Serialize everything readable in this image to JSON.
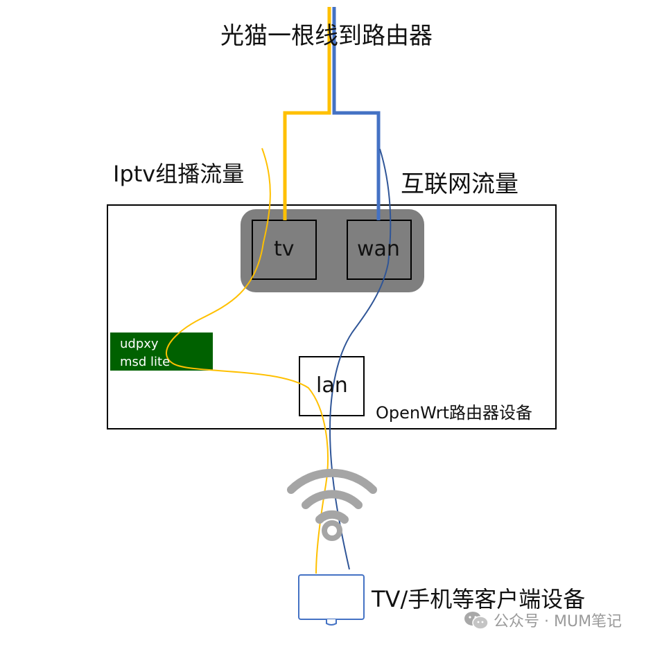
{
  "title": "光猫一根线到路由器",
  "labels": {
    "iptv_traffic": "Iptv组播流量",
    "internet_traffic": "互联网流量",
    "router_device": "OpenWrt路由器设备",
    "client_device": "TV/手机等客户端设备"
  },
  "ports": {
    "tv": "tv",
    "wan": "wan",
    "lan": "lan"
  },
  "service": {
    "line1": "udpxy",
    "line2": "msd lite"
  },
  "watermark": {
    "text": "公众号 · MUM笔记",
    "icon": "wechat-icon"
  },
  "colors": {
    "iptv_line": "#FFC000",
    "internet_line": "#4472C4",
    "internet_thin": "#2F5597",
    "port_group": "#7F7F7F",
    "service_box": "#006100",
    "wifi": "#A5A5A5",
    "client_border": "#4472C4"
  }
}
